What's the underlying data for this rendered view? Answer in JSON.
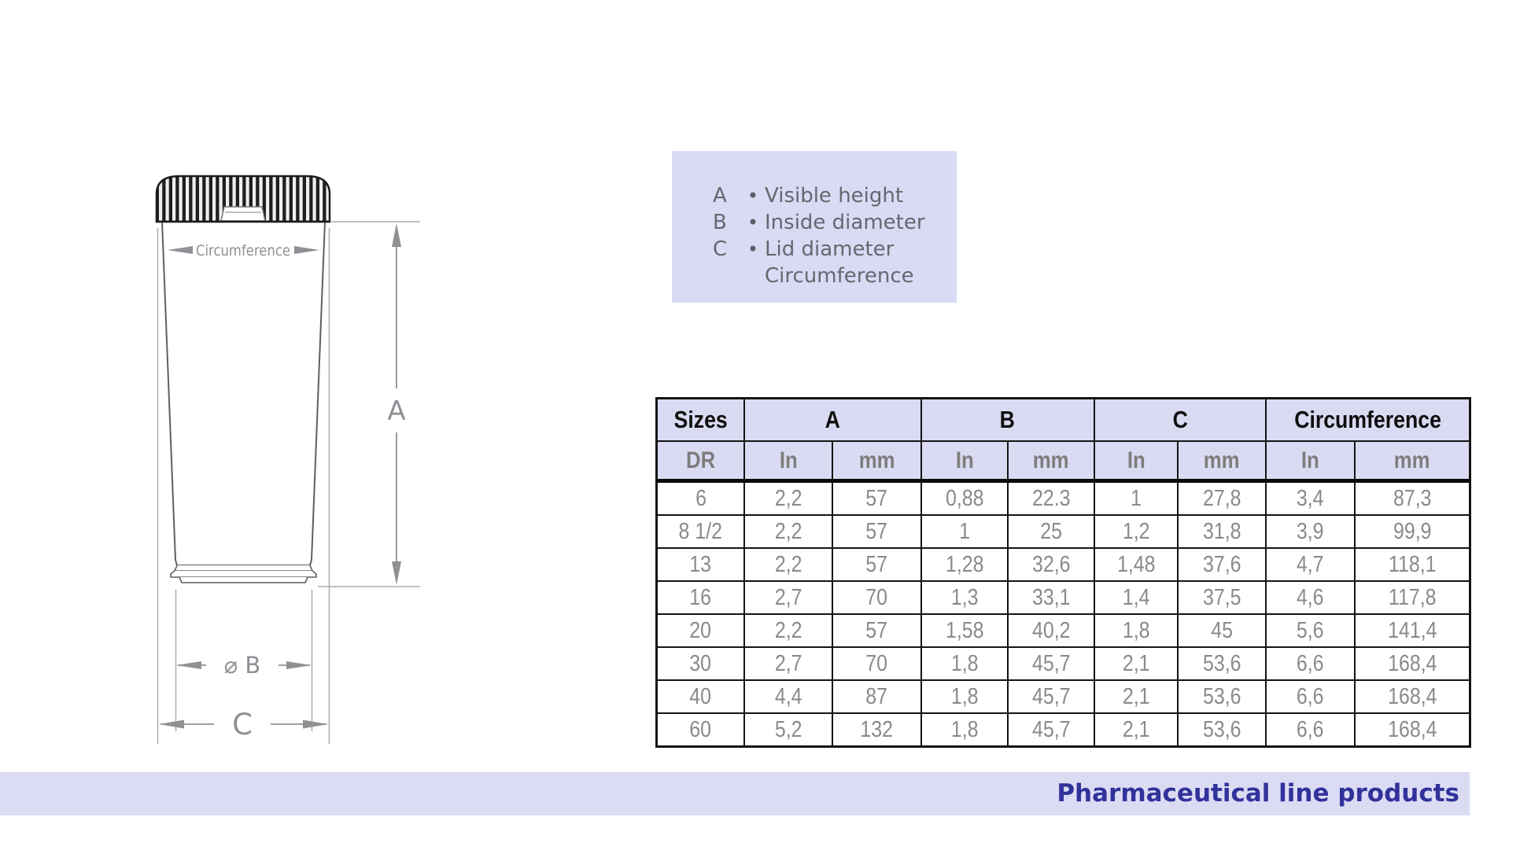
{
  "page": {
    "colors": {
      "lavender_panel": "#d9daf4",
      "lavender_header": "#dadbf2",
      "footer_bar": "#dbdcf4",
      "footer_text": "#32329b",
      "table_text_gray": "#8a8a8a"
    }
  },
  "legend": {
    "items": [
      {
        "key": "A",
        "bullet": "•",
        "label": "Visible height"
      },
      {
        "key": "B",
        "bullet": "•",
        "label": "Inside diameter"
      },
      {
        "key": "C",
        "bullet": "•",
        "label": "Lid diameter"
      },
      {
        "key": "",
        "bullet": "",
        "label": "Circumference"
      }
    ]
  },
  "diagram": {
    "circumference_label": "Circumference",
    "dim_a_label": "A",
    "dim_b_label": "⌀ B",
    "dim_c_label": "C"
  },
  "table": {
    "groups": [
      {
        "label": "Sizes"
      },
      {
        "label": "A"
      },
      {
        "label": "B"
      },
      {
        "label": "C"
      },
      {
        "label": "Circumference"
      }
    ],
    "subheaders": [
      "DR",
      "In",
      "mm",
      "In",
      "mm",
      "In",
      "mm",
      "In",
      "mm"
    ],
    "rows": [
      [
        "6",
        "2,2",
        "57",
        "0,88",
        "22.3",
        "1",
        "27,8",
        "3,4",
        "87,3"
      ],
      [
        "8 1/2",
        "2,2",
        "57",
        "1",
        "25",
        "1,2",
        "31,8",
        "3,9",
        "99,9"
      ],
      [
        "13",
        "2,2",
        "57",
        "1,28",
        "32,6",
        "1,48",
        "37,6",
        "4,7",
        "118,1"
      ],
      [
        "16",
        "2,7",
        "70",
        "1,3",
        "33,1",
        "1,4",
        "37,5",
        "4,6",
        "117,8"
      ],
      [
        "20",
        "2,2",
        "57",
        "1,58",
        "40,2",
        "1,8",
        "45",
        "5,6",
        "141,4"
      ],
      [
        "30",
        "2,7",
        "70",
        "1,8",
        "45,7",
        "2,1",
        "53,6",
        "6,6",
        "168,4"
      ],
      [
        "40",
        "4,4",
        "87",
        "1,8",
        "45,7",
        "2,1",
        "53,6",
        "6,6",
        "168,4"
      ],
      [
        "60",
        "5,2",
        "132",
        "1,8",
        "45,7",
        "2,1",
        "53,6",
        "6,6",
        "168,4"
      ]
    ]
  },
  "footer": {
    "title": "Pharmaceutical line products"
  }
}
